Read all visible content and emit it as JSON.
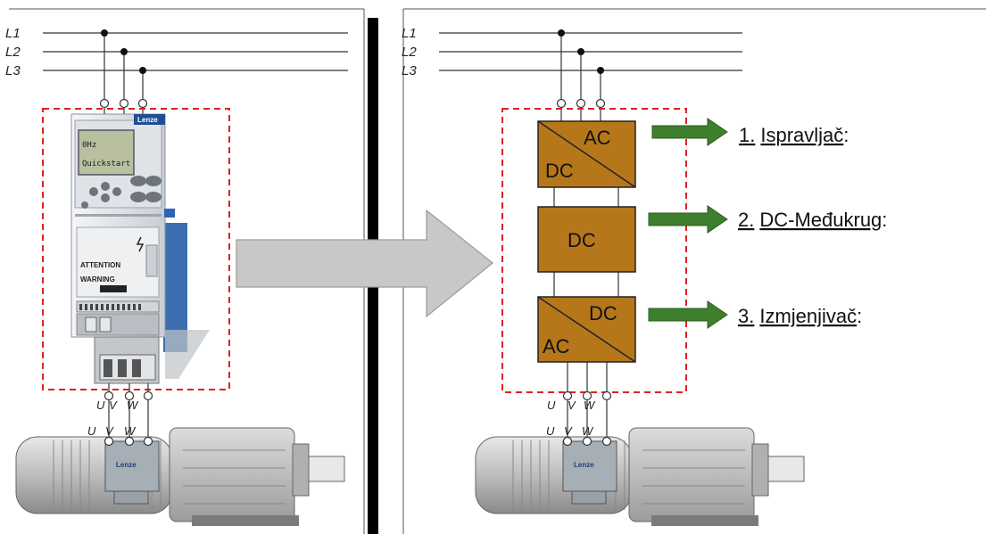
{
  "phases": [
    "L1",
    "L2",
    "L3"
  ],
  "motor_terminals": [
    "U",
    "V",
    "W"
  ],
  "brand": "Lenze",
  "drive_display": {
    "line1": "0Hz",
    "line2": "Quickstart"
  },
  "drive_warnings": [
    "ATTENTION",
    "WARNING"
  ],
  "blocks": {
    "rectifier": {
      "top": "AC",
      "bottom": "DC"
    },
    "dc_link": {
      "center": "DC"
    },
    "inverter": {
      "top": "DC",
      "bottom": "AC"
    }
  },
  "labels": [
    {
      "number": "1.",
      "name": "Ispravljač",
      "suffix": ":"
    },
    {
      "number": "2.",
      "name": "DC-Međukrug",
      "suffix": ":"
    },
    {
      "number": "3.",
      "name": "Izmjenjivač",
      "suffix": ":"
    }
  ],
  "colors": {
    "block_fill": "#b5771a",
    "arrow_green": "#3d7f2c",
    "dashed_red": "#e02020",
    "big_arrow": "#c8c8c8"
  }
}
